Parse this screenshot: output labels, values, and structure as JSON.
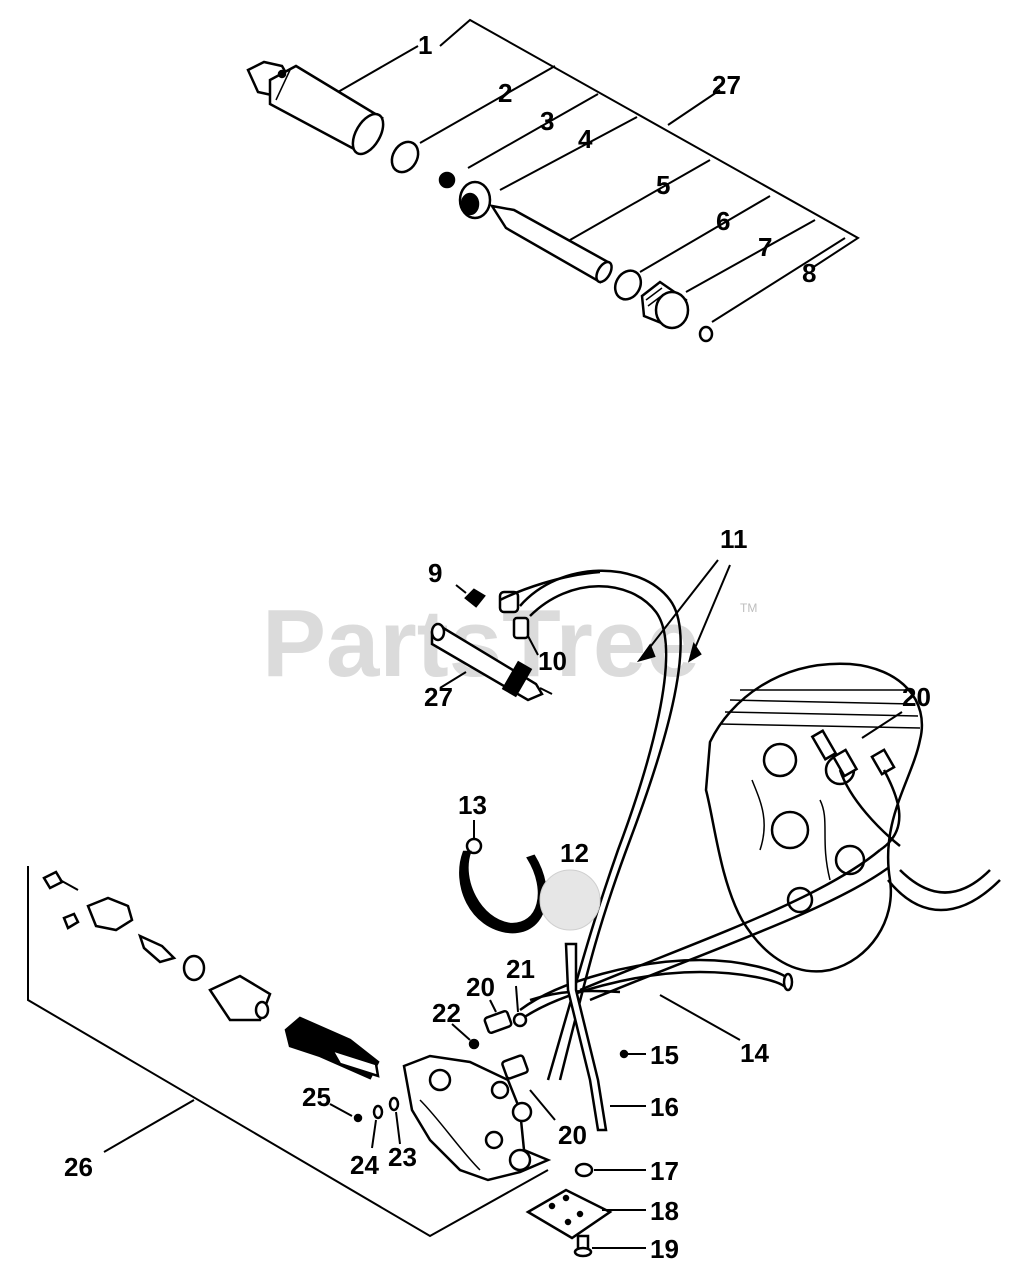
{
  "watermark": {
    "text": "PartsTree",
    "trademark": "TM"
  },
  "callouts": [
    {
      "id": "c1",
      "label": "1"
    },
    {
      "id": "c2",
      "label": "2"
    },
    {
      "id": "c3",
      "label": "3"
    },
    {
      "id": "c4",
      "label": "4"
    },
    {
      "id": "c5",
      "label": "5"
    },
    {
      "id": "c6",
      "label": "6"
    },
    {
      "id": "c7",
      "label": "7"
    },
    {
      "id": "c8",
      "label": "8"
    },
    {
      "id": "c27a",
      "label": "27"
    },
    {
      "id": "c9",
      "label": "9"
    },
    {
      "id": "c10",
      "label": "10"
    },
    {
      "id": "c11",
      "label": "11"
    },
    {
      "id": "c27b",
      "label": "27"
    },
    {
      "id": "c20a",
      "label": "20"
    },
    {
      "id": "c13",
      "label": "13"
    },
    {
      "id": "c12",
      "label": "12"
    },
    {
      "id": "c20b",
      "label": "20"
    },
    {
      "id": "c21",
      "label": "21"
    },
    {
      "id": "c22",
      "label": "22"
    },
    {
      "id": "c14",
      "label": "14"
    },
    {
      "id": "c15",
      "label": "15"
    },
    {
      "id": "c16",
      "label": "16"
    },
    {
      "id": "c20c",
      "label": "20"
    },
    {
      "id": "c25",
      "label": "25"
    },
    {
      "id": "c24",
      "label": "24"
    },
    {
      "id": "c23",
      "label": "23"
    },
    {
      "id": "c26",
      "label": "26"
    },
    {
      "id": "c17",
      "label": "17"
    },
    {
      "id": "c18",
      "label": "18"
    },
    {
      "id": "c19",
      "label": "19"
    }
  ]
}
